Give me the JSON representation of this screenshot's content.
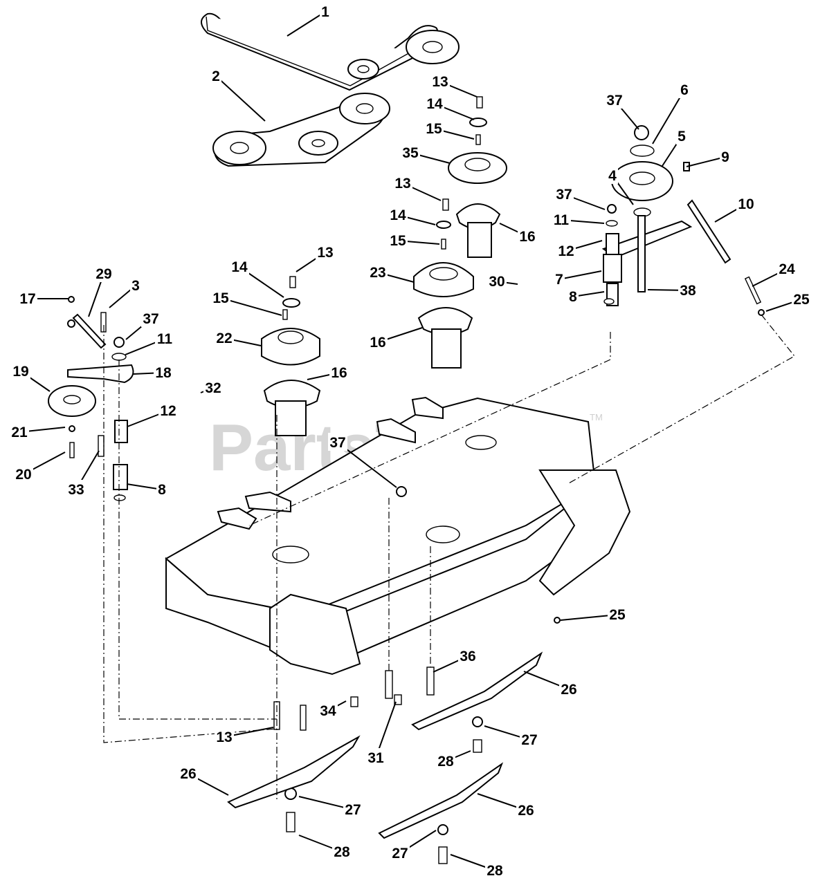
{
  "watermark": {
    "text": "PartsTree",
    "trademark": "TM"
  },
  "callouts": [
    "1",
    "2",
    "13",
    "14",
    "15",
    "35",
    "13",
    "14",
    "15",
    "16",
    "23",
    "16",
    "37",
    "6",
    "5",
    "9",
    "4",
    "37",
    "11",
    "12",
    "7",
    "8",
    "38",
    "10",
    "24",
    "25",
    "30",
    "13",
    "14",
    "15",
    "22",
    "16",
    "29",
    "17",
    "3",
    "37",
    "11",
    "18",
    "19",
    "32",
    "12",
    "21",
    "20",
    "33",
    "8",
    "37",
    "25",
    "36",
    "34",
    "31",
    "26",
    "13",
    "27",
    "28",
    "26",
    "27",
    "28",
    "26",
    "27",
    "28"
  ]
}
